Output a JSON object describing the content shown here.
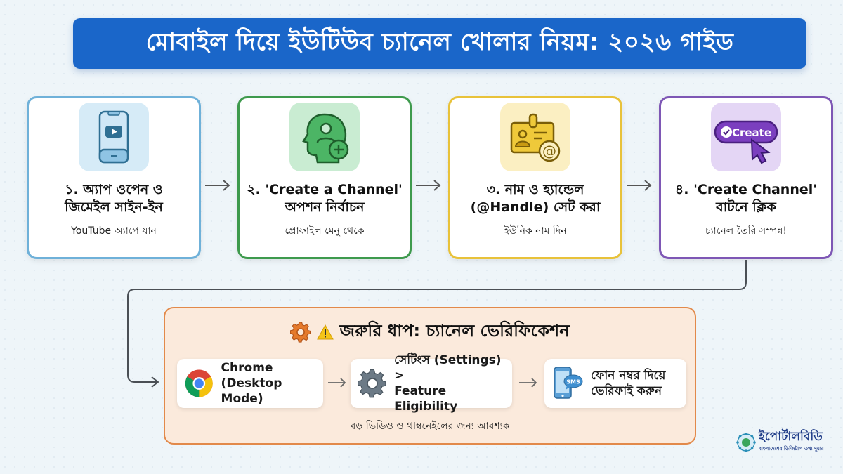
{
  "header": {
    "title": "মোবাইল দিয়ে ইউটিউব চ্যানেল খোলার নিয়ম: ২০২৬ গাইড"
  },
  "steps": [
    {
      "title": "১. অ্যাপ ওপেন ও\nজিমেইল সাইন-ইন",
      "subtitle": "YouTube অ্যাপে যান",
      "icon": "phone-youtube-icon",
      "border_color": "#6fb1d9",
      "icon_bg": "#d6ebf7"
    },
    {
      "title": "২. 'Create a Channel'\nঅপশন নির্বাচন",
      "subtitle": "প্রোফাইল মেনু থেকে",
      "icon": "profile-add-icon",
      "border_color": "#3e9a4d",
      "icon_bg": "#c9ecd2"
    },
    {
      "title": "৩. নাম ও হ্যান্ডেল\n(@Handle) সেট করা",
      "subtitle": "ইউনিক নাম দিন",
      "icon": "id-badge-at-icon",
      "border_color": "#e8c23a",
      "icon_bg": "#fbefc2"
    },
    {
      "title": "৪. 'Create Channel'\nবাটনে ক্লিক",
      "subtitle": "চ্যানেল তৈরি সম্পন্ন!",
      "icon": "create-button-cursor-icon",
      "icon_label": "Create",
      "border_color": "#7e57b5",
      "icon_bg": "#e4d6f5"
    }
  ],
  "verification": {
    "title": "জরুরি ধাপ: চ্যানেল ভেরিফিকেশন",
    "border_color": "#e2894a",
    "items": [
      {
        "text": "Chrome\n(Desktop Mode)",
        "icon": "chrome-icon"
      },
      {
        "text": "সেটিংস (Settings) >\nFeature Eligibility",
        "icon": "gear-icon"
      },
      {
        "text": "ফোন নম্বর দিয়ে\nভেরিফাই করুন",
        "icon": "phone-sms-icon",
        "icon_label": "SMS"
      }
    ],
    "note": "বড় ভিডিও ও থাম্বনেইলের জন্য আবশ্যক"
  },
  "brand": {
    "name": "ইপোর্টালবিডি",
    "tagline": "বাংলাদেশের ডিজিটাল তথ্য দুয়ার"
  }
}
